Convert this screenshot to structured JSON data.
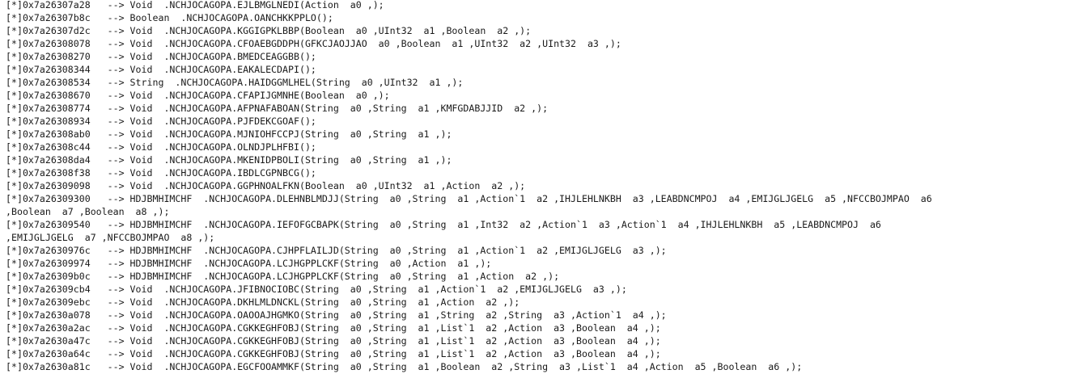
{
  "console": {
    "lines": [
      "[*]0x7a26307a28   --> Void  .NCHJOCAGOPA.EJLBMGLNEDI(Action  a0 ,);",
      "[*]0x7a26307b8c   --> Boolean  .NCHJOCAGOPA.OANCHKKPPLO();",
      "[*]0x7a26307d2c   --> Void  .NCHJOCAGOPA.KGGIGPKLBBP(Boolean  a0 ,UInt32  a1 ,Boolean  a2 ,);",
      "[*]0x7a26308078   --> Void  .NCHJOCAGOPA.CFOAEBGDDPH(GFKCJAOJJAO  a0 ,Boolean  a1 ,UInt32  a2 ,UInt32  a3 ,);",
      "[*]0x7a26308270   --> Void  .NCHJOCAGOPA.BMEDCEAGGBB();",
      "[*]0x7a26308344   --> Void  .NCHJOCAGOPA.EAKALECDAPI();",
      "[*]0x7a26308534   --> String  .NCHJOCAGOPA.HAIDGGMLHEL(String  a0 ,UInt32  a1 ,);",
      "[*]0x7a26308670   --> Void  .NCHJOCAGOPA.CFAPIJGMNHE(Boolean  a0 ,);",
      "[*]0x7a26308774   --> Void  .NCHJOCAGOPA.AFPNAFABOAN(String  a0 ,String  a1 ,KMFGDABJJID  a2 ,);",
      "[*]0x7a26308934   --> Void  .NCHJOCAGOPA.PJFDEKCGOAF();",
      "[*]0x7a26308ab0   --> Void  .NCHJOCAGOPA.MJNIOHFCCPJ(String  a0 ,String  a1 ,);",
      "[*]0x7a26308c44   --> Void  .NCHJOCAGOPA.OLNDJPLHFBI();",
      "[*]0x7a26308da4   --> Void  .NCHJOCAGOPA.MKENIDPBOLI(String  a0 ,String  a1 ,);",
      "[*]0x7a26308f38   --> Void  .NCHJOCAGOPA.IBDLCGPNBCG();",
      "[*]0x7a26309098   --> Void  .NCHJOCAGOPA.GGPHNOALFKN(Boolean  a0 ,UInt32  a1 ,Action  a2 ,);",
      "[*]0x7a26309300   --> HDJBMHIMCHF  .NCHJOCAGOPA.DLEHNBLMDJJ(String  a0 ,String  a1 ,Action`1  a2 ,IHJLEHLNKBH  a3 ,LEABDNCMPOJ  a4 ,EMIJGLJGELG  a5 ,NFCCBOJMPAO  a6",
      ",Boolean  a7 ,Boolean  a8 ,);",
      "[*]0x7a26309540   --> HDJBMHIMCHF  .NCHJOCAGOPA.IEFOFGCBAPK(String  a0 ,String  a1 ,Int32  a2 ,Action`1  a3 ,Action`1  a4 ,IHJLEHLNKBH  a5 ,LEABDNCMPOJ  a6",
      ",EMIJGLJGELG  a7 ,NFCCBOJMPAO  a8 ,);",
      "[*]0x7a2630976c   --> HDJBMHIMCHF  .NCHJOCAGOPA.CJHPFLAILJD(String  a0 ,String  a1 ,Action`1  a2 ,EMIJGLJGELG  a3 ,);",
      "[*]0x7a26309974   --> HDJBMHIMCHF  .NCHJOCAGOPA.LCJHGPPLCKF(String  a0 ,Action  a1 ,);",
      "[*]0x7a26309b0c   --> HDJBMHIMCHF  .NCHJOCAGOPA.LCJHGPPLCKF(String  a0 ,String  a1 ,Action  a2 ,);",
      "[*]0x7a26309cb4   --> Void  .NCHJOCAGOPA.JFIBNOCIOBC(String  a0 ,String  a1 ,Action`1  a2 ,EMIJGLJGELG  a3 ,);",
      "[*]0x7a26309ebc   --> Void  .NCHJOCAGOPA.DKHLMLDNCKL(String  a0 ,String  a1 ,Action  a2 ,);",
      "[*]0x7a2630a078   --> Void  .NCHJOCAGOPA.OAOOAJHGMKO(String  a0 ,String  a1 ,String  a2 ,String  a3 ,Action`1  a4 ,);",
      "[*]0x7a2630a2ac   --> Void  .NCHJOCAGOPA.CGKKEGHFOBJ(String  a0 ,String  a1 ,List`1  a2 ,Action  a3 ,Boolean  a4 ,);",
      "[*]0x7a2630a47c   --> Void  .NCHJOCAGOPA.CGKKEGHFOBJ(String  a0 ,String  a1 ,List`1  a2 ,Action  a3 ,Boolean  a4 ,);",
      "[*]0x7a2630a64c   --> Void  .NCHJOCAGOPA.CGKKEGHFOBJ(String  a0 ,String  a1 ,List`1  a2 ,Action  a3 ,Boolean  a4 ,);",
      "[*]0x7a2630a81c   --> Void  .NCHJOCAGOPA.EGCFOOAMMKF(String  a0 ,String  a1 ,Boolean  a2 ,String  a3 ,List`1  a4 ,Action  a5 ,Boolean  a6 ,);"
    ]
  }
}
